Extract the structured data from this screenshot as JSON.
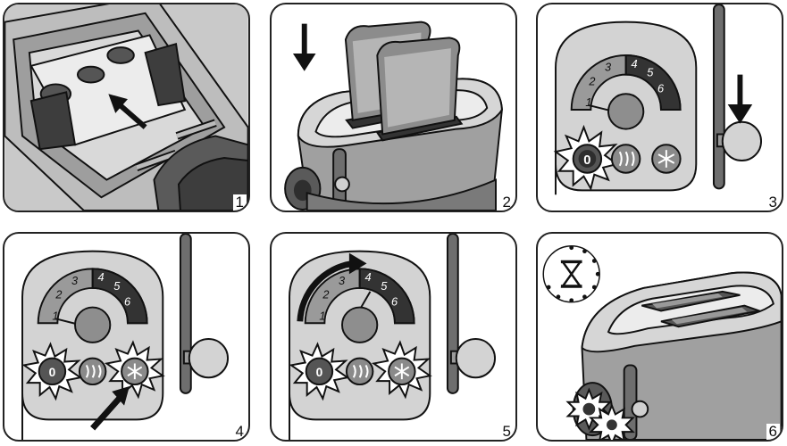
{
  "steps": [
    {
      "number": "1"
    },
    {
      "number": "2"
    },
    {
      "number": "3"
    },
    {
      "number": "4"
    },
    {
      "number": "5"
    },
    {
      "number": "6"
    }
  ],
  "dial": {
    "marks": [
      "1",
      "2",
      "3",
      "4",
      "5",
      "6"
    ]
  },
  "buttons": {
    "stop": "0"
  },
  "colors": {
    "panel_border": "#222222",
    "appliance_gray": "#a8a8a8",
    "dark_gray": "#3d3d3d",
    "arrow": "#111111"
  },
  "icons": [
    "arrow-icon",
    "reheat-icon",
    "defrost-icon",
    "hourglass-icon",
    "flash-icon"
  ]
}
